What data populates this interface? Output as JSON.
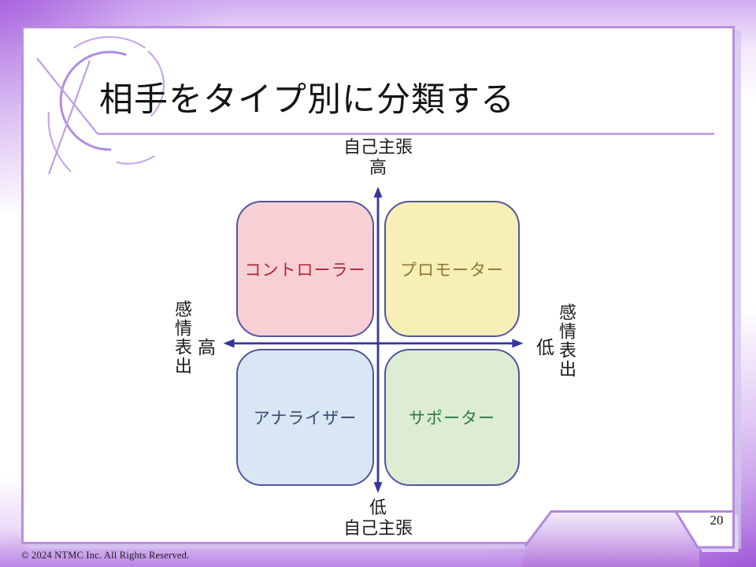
{
  "slide": {
    "title": "相手をタイプ別に分類する",
    "page_number": "20",
    "copyright": "© 2024 NTMC Inc. All Rights Reserved."
  },
  "diagram": {
    "vertical_axis": {
      "name": "自己主張",
      "top_label": "高",
      "bottom_label": "低"
    },
    "horizontal_axis": {
      "name": "感情表出",
      "left_label": "高",
      "right_label": "低"
    },
    "quadrants": [
      {
        "position": "top-left",
        "label": "コントローラー",
        "fill": "#f7d0d6",
        "text_color": "#b2262c"
      },
      {
        "position": "top-right",
        "label": "プロモーター",
        "fill": "#f6efb6",
        "text_color": "#8e7635"
      },
      {
        "position": "bottom-left",
        "label": "アナライザー",
        "fill": "#d9e6f4",
        "text_color": "#334a70"
      },
      {
        "position": "bottom-right",
        "label": "サポーター",
        "fill": "#dcedd4",
        "text_color": "#2c7b40"
      }
    ]
  },
  "colors": {
    "axis": "#35359b",
    "quadrant_border": "#54549e",
    "frame_border": "#b88fdc",
    "decoration_stroke": "#b286e0",
    "arc_light": "#c7a9ec",
    "arc_dark": "#b08ce2"
  }
}
